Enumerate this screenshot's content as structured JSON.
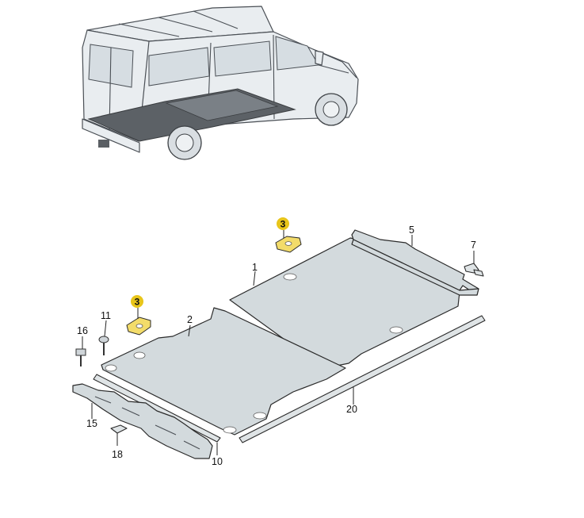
{
  "callouts": {
    "p1": "1",
    "p2": "2",
    "p3a": "3",
    "p3b": "3",
    "p5": "5",
    "p7": "7",
    "p10": "10",
    "p11": "11",
    "p15": "15",
    "p16": "16",
    "p18": "18",
    "p20": "20"
  },
  "colors": {
    "highlight_badge": "#e8c51a",
    "highlight_part": "#f3dc6a",
    "panel_fill": "#d3dadd",
    "van_floor": "#5c6166"
  }
}
